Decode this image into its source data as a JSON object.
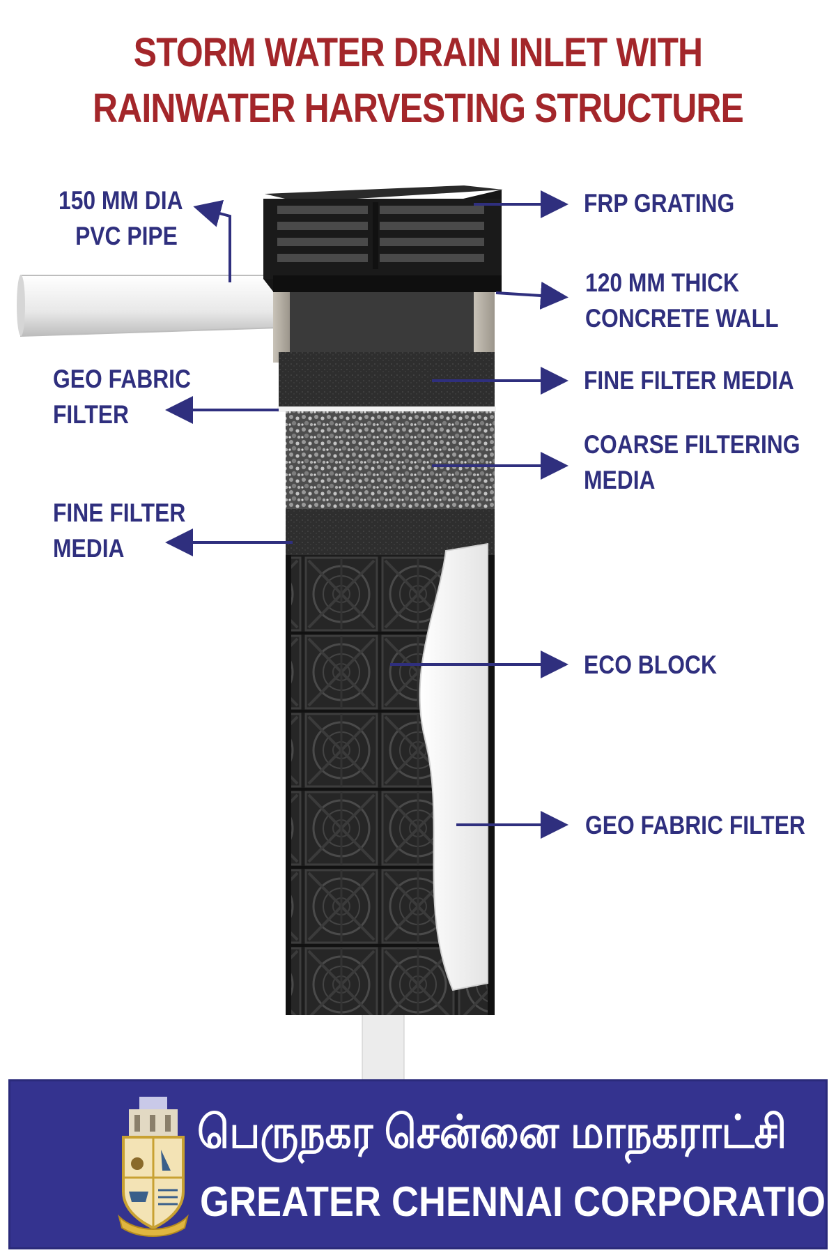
{
  "title": {
    "line1": "STORM WATER DRAIN INLET WITH",
    "line2": "RAINWATER HARVESTING STRUCTURE"
  },
  "labels": {
    "pvc_pipe": [
      "150 MM DIA",
      "PVC PIPE"
    ],
    "frp_grating": "FRP GRATING",
    "concrete_wall": [
      "120 MM THICK",
      "CONCRETE WALL"
    ],
    "geo_fabric_left": [
      "GEO FABRIC",
      "FILTER"
    ],
    "fine_filter_right": "FINE FILTER MEDIA",
    "coarse_filtering": [
      "COARSE FILTERING",
      "MEDIA"
    ],
    "fine_filter_left": [
      "FINE FILTER",
      "MEDIA"
    ],
    "eco_block": "ECO BLOCK",
    "geo_fabric_right": "GEO FABRIC FILTER"
  },
  "footer": {
    "tamil": "பெருநகர சென்னை மாநகராட்சி",
    "english": "GREATER CHENNAI CORPORATION"
  },
  "colors": {
    "title": "#a3262a",
    "labels": "#2f2f7e",
    "arrows": "#2f2f7e",
    "footer_bg": "#34338f"
  }
}
